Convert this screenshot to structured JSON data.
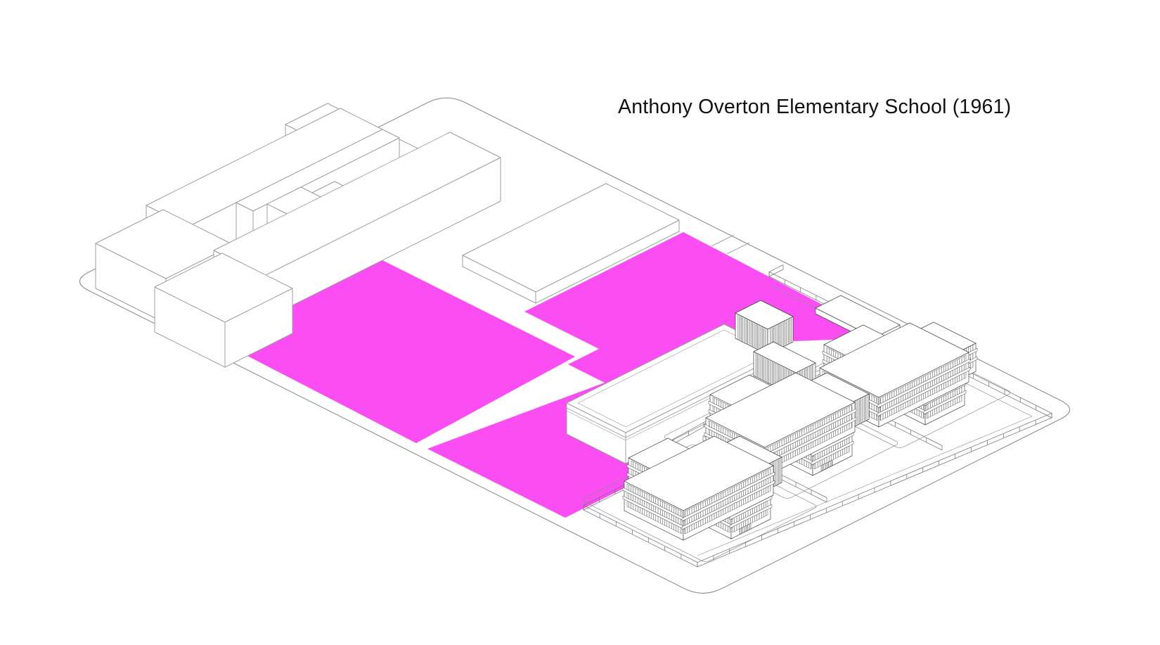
{
  "title": {
    "text": "Anthony Overton Elementary School (1961)"
  },
  "colors": {
    "background": "#ffffff",
    "highlight_magenta": "#FA4DF2",
    "site_line": "#8f9296",
    "context_line": "#9c9ea1",
    "detail_line": "#4a4a4a",
    "fence_line": "#6e7072",
    "walk_line": "#8a8c8e",
    "title_text": "#111111"
  },
  "elements": {
    "site": {
      "label": "school site boundary"
    },
    "open_space_west": {
      "label": "open space field (west)"
    },
    "open_space_east": {
      "label": "open space field (east)"
    },
    "context_buildings": {
      "label": "adjacent context building massing"
    },
    "gymnasium": {
      "label": "gymnasium block"
    },
    "school_complex": {
      "label": "elementary school classroom wings"
    },
    "schoolyard": {
      "label": "fenced schoolyard"
    }
  }
}
